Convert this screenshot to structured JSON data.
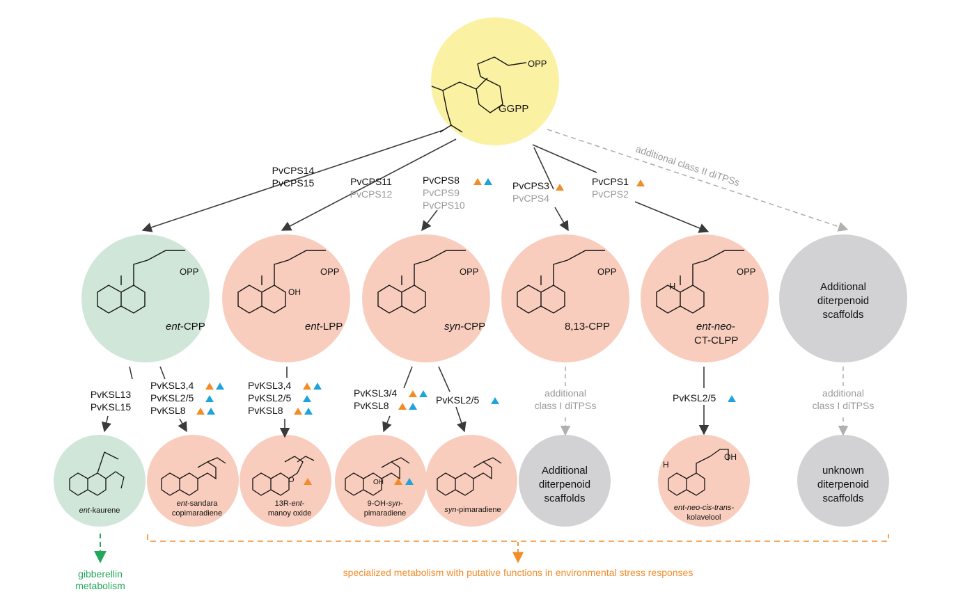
{
  "colors": {
    "ggpp_fill": "#fbf1a3",
    "ent_fill": "#cfe6d8",
    "spec_fill": "#f9cdbd",
    "unknown_fill": "#d2d2d4",
    "orange": "#f28c28",
    "blue": "#1ea3dc",
    "green": "#22a85a",
    "gray_text": "#9a9a9a",
    "arrow": "#3a3a3a"
  },
  "root": {
    "label": "GGPP",
    "opp": "OPP"
  },
  "cps_labels": {
    "g1": [
      "PvCPS14",
      "PvCPS15"
    ],
    "g2_dark": "PvCPS11",
    "g2_gray": "PvCPS12",
    "g3_dark": "PvCPS8",
    "g3_gray": [
      "PvCPS9",
      "PvCPS10"
    ],
    "g4_dark": "PvCPS3",
    "g4_gray": "PvCPS4",
    "g5_dark": "PvCPS1",
    "g5_gray": "PvCPS2",
    "g6": "additional class II diTPSs"
  },
  "intermediates": {
    "ent_cpp": {
      "italic": "ent",
      "rest": "-CPP",
      "opp": "OPP"
    },
    "ent_lpp": {
      "italic": "ent",
      "rest": "-LPP",
      "opp": "OPP",
      "oh": "OH"
    },
    "syn_cpp": {
      "italic": "syn",
      "rest": "-CPP",
      "opp": "OPP"
    },
    "cpp_813": {
      "label": "8,13-CPP",
      "opp": "OPP"
    },
    "ent_neo": {
      "line1_italic": "ent-neo",
      "line1_rest": "-",
      "line2": "CT-CLPP",
      "opp": "OPP",
      "h": "H"
    },
    "additional": [
      "Additional",
      "diterpenoid",
      "scaffolds"
    ]
  },
  "ksl_labels": {
    "k1": [
      "PvKSL13",
      "PvKSL15"
    ],
    "k2": [
      "PvKSL3,4",
      "PvKSL2/5",
      "PvKSL8"
    ],
    "k3": [
      "PvKSL3,4",
      "PvKSL2/5",
      "PvKSL8"
    ],
    "k4": [
      "PvKSL3/4",
      "PvKSL8"
    ],
    "k5": "PvKSL2/5",
    "k6": [
      "additional",
      "class I diTPSs"
    ],
    "k7": "PvKSL2/5",
    "k8": [
      "additional",
      "class I diTPSs"
    ]
  },
  "products": {
    "ent_kaurene": {
      "italic": "ent",
      "rest": "-kaurene"
    },
    "ent_sandara": {
      "italic": "ent",
      "rest": "-sandara",
      "line2": "copimaradiene"
    },
    "manoyl": {
      "line1_pre": "13R-",
      "line1_italic": "ent",
      "line1_post": "-",
      "line2": "manoy oxide",
      "o": "O"
    },
    "oh_syn": {
      "line1_pre": "9-OH-",
      "line1_italic": "syn",
      "line1_post": "-",
      "line2": "pimaradiene",
      "oh": "OH"
    },
    "syn_pim": {
      "italic": "syn",
      "rest": "-pimaradiene"
    },
    "additional": [
      "Additional",
      "diterpenoid",
      "scaffolds"
    ],
    "kolavelool": {
      "line1": "ent-neo-cis-trans-",
      "line2": "kolavelool",
      "oh": "OH",
      "h": "H"
    },
    "unknown": [
      "unknown",
      "diterpenoid",
      "scaffolds"
    ]
  },
  "footer": {
    "gibberellin": [
      "gibberellin",
      "metabolism"
    ],
    "specialized": "specialized metabolism with putative functions in environmental stress responses"
  }
}
